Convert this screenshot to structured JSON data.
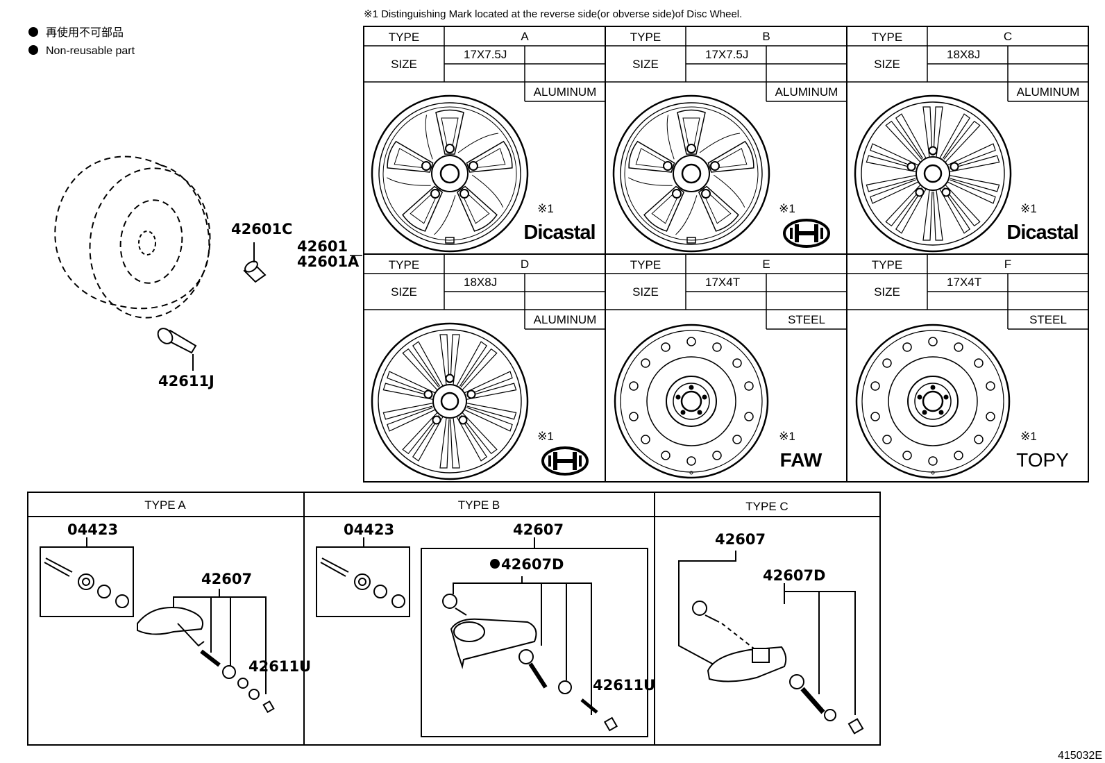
{
  "header_note": "※1 Distinguishing Mark located at the reverse side(or obverse side)of Disc Wheel.",
  "legend": {
    "jp": "再使用不可部品",
    "en": "Non-reusable part"
  },
  "left_parts": {
    "lug_nut": "42601C",
    "wheel_main": "42601",
    "wheel_alt": "42601A",
    "valve": "42611J"
  },
  "wheel_table": {
    "type_label": "TYPE",
    "size_label": "SIZE",
    "mark_label": "※1",
    "cells": [
      {
        "type": "A",
        "size": "17X7.5J",
        "material": "ALUMINUM",
        "brand": "Dicastal"
      },
      {
        "type": "B",
        "size": "17X7.5J",
        "material": "ALUMINUM",
        "brand": ""
      },
      {
        "type": "C",
        "size": "18X8J",
        "material": "ALUMINUM",
        "brand": "Dicastal"
      },
      {
        "type": "D",
        "size": "18X8J",
        "material": "ALUMINUM",
        "brand": ""
      },
      {
        "type": "E",
        "size": "17X4T",
        "material": "STEEL",
        "brand": "FAW"
      },
      {
        "type": "F",
        "size": "17X4T",
        "material": "STEEL",
        "brand": "TOPY"
      }
    ]
  },
  "sensor_panels": [
    {
      "title": "TYPE A",
      "kit": "04423",
      "sensor": "42607",
      "valve": "42611U"
    },
    {
      "title": "TYPE B",
      "kit": "04423",
      "sensor": "42607",
      "sensor_sub": "42607D",
      "valve": "42611U"
    },
    {
      "title": "TYPE C",
      "sensor": "42607",
      "sensor_sub": "42607D"
    }
  ],
  "figure_id": "415032E"
}
